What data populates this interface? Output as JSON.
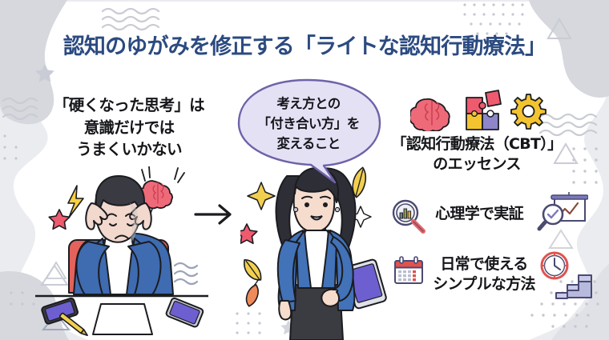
{
  "poster": {
    "title": "認知のゆがみを修正する「ライトな認知行動療法」",
    "title_color": "#2b4a80",
    "background_color": "#eaecf0",
    "panel_color": "#ffffff"
  },
  "left_block": {
    "lines": [
      "「硬くなった思考」は",
      "意識だけでは",
      "うまくいかない"
    ],
    "text_color": "#15161a"
  },
  "speech_bubble": {
    "lines": [
      "考え方との",
      "「付き合い方」を",
      "変えること"
    ],
    "fill_color": "#e4e1f5",
    "border_color": "#6f62a8",
    "text_color": "#15161a"
  },
  "arrow": {
    "label": "→",
    "color": "#1b1c20"
  },
  "illustrations": {
    "left_person": {
      "name": "stressed-man-at-desk",
      "jacket_color": "#3f6bb0",
      "hair_color": "#3a3a42",
      "chair_color": "#e4625c",
      "desk_items": [
        "smartphone",
        "pencil",
        "paper"
      ]
    },
    "right_person": {
      "name": "confident-woman-standing",
      "jacket_color": "#4272b8",
      "hair_color": "#2e2e36",
      "skirt_color": "#3b3b42",
      "shirt_color": "#ffffff"
    }
  },
  "right_items": [
    {
      "id": "cbt-essence",
      "icons": [
        "brain-icon",
        "puzzle-icon",
        "gear-icon"
      ],
      "lines": [
        "「認知行動療法（CBT）」",
        "のエッセンス"
      ]
    },
    {
      "id": "psychology-proven",
      "icons": [
        "magnifier-bar-chart-icon",
        "magnifier-check-presentation-icon"
      ],
      "lines": [
        "心理学で実証"
      ]
    },
    {
      "id": "simple-daily-method",
      "icons": [
        "calendar-icon",
        "clock-icon",
        "stairs-icon"
      ],
      "lines": [
        "日常で使える",
        "シンプルな方法"
      ]
    }
  ],
  "decor": {
    "brain_color": "#e8596a",
    "gear_color": "#f4c430",
    "puzzle_colors": [
      "#e8596a",
      "#f4c430",
      "#8d86c9"
    ],
    "calendar_header_color": "#e0534f",
    "clock_color": "#e0534f",
    "stairs_color": "#b7b9dd",
    "star_color": "#ef5a6f",
    "bolt_color": "#f7d044",
    "leaf_color": "#f2cf4f",
    "tablet_color": "#6d5fd0",
    "blob_color": "#d6d8de",
    "wave_color": "#c9ccd4",
    "dot_color": "#c9ccd4",
    "triangle_color": "#c9ccd4"
  }
}
